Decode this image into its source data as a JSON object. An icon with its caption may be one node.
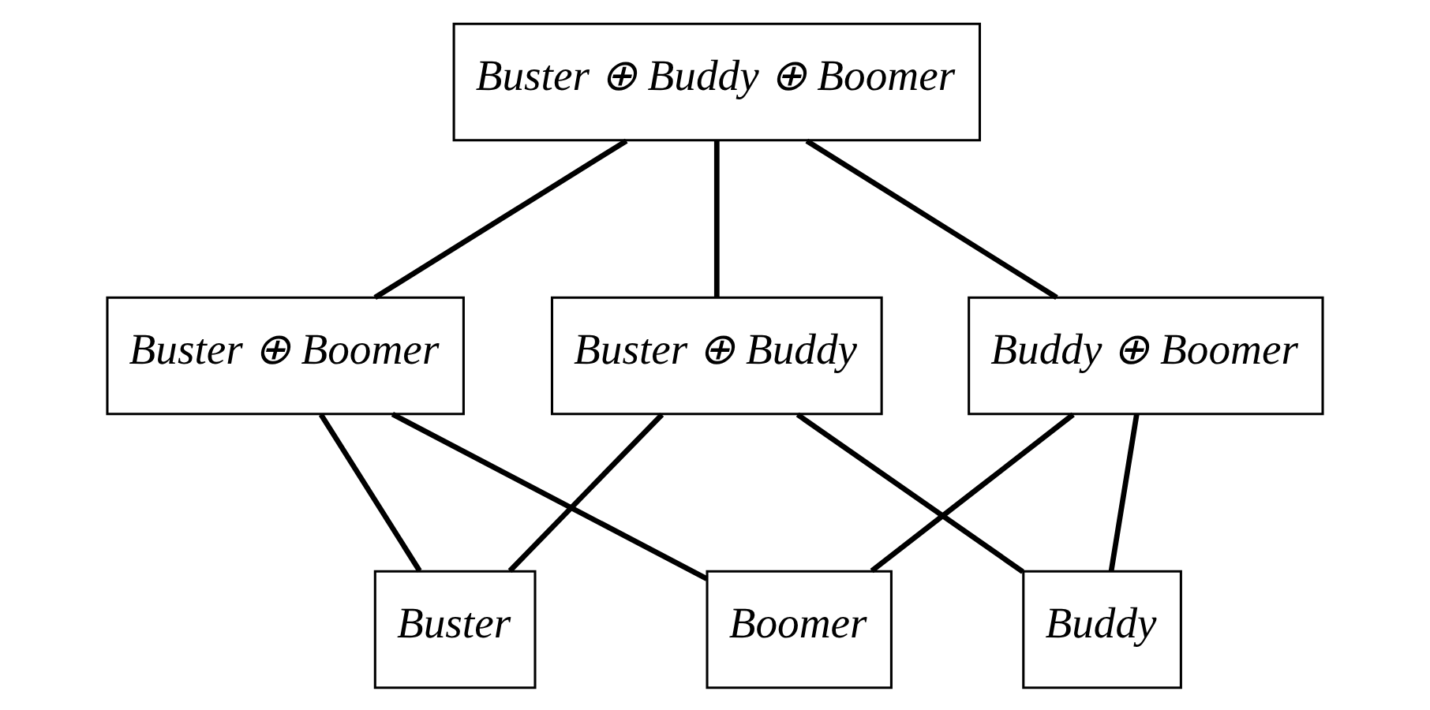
{
  "diagram": {
    "nodes": [
      {
        "text": [
          "Buster ⊕ Buddy ⊕ Boomer"
        ]
      },
      {
        "text": [
          "Buster ⊕ Buddy"
        ]
      },
      {
        "text": [
          "Buster ⊕ Boomer"
        ]
      },
      {
        "text": [
          "Buddy ⊕ Boomer"
        ]
      },
      {
        "text": [
          "Buster"
        ]
      },
      {
        "text": [
          "Buddy"
        ]
      },
      {
        "text": [
          "Boomer"
        ]
      }
    ],
    "edges": [
      {
        "from": 0,
        "to": 1,
        "arrow": "none"
      },
      {
        "from": 0,
        "to": 2,
        "arrow": "none"
      },
      {
        "from": 0,
        "to": 3,
        "arrow": "none"
      },
      {
        "from": 1,
        "to": 4,
        "arrow": "none"
      },
      {
        "from": 1,
        "to": 5,
        "arrow": "none"
      },
      {
        "from": 2,
        "to": 4,
        "arrow": "none"
      },
      {
        "from": 2,
        "to": 6,
        "arrow": "none"
      },
      {
        "from": 3,
        "to": 5,
        "arrow": "none"
      },
      {
        "from": 3,
        "to": 6,
        "arrow": "none"
      }
    ]
  }
}
